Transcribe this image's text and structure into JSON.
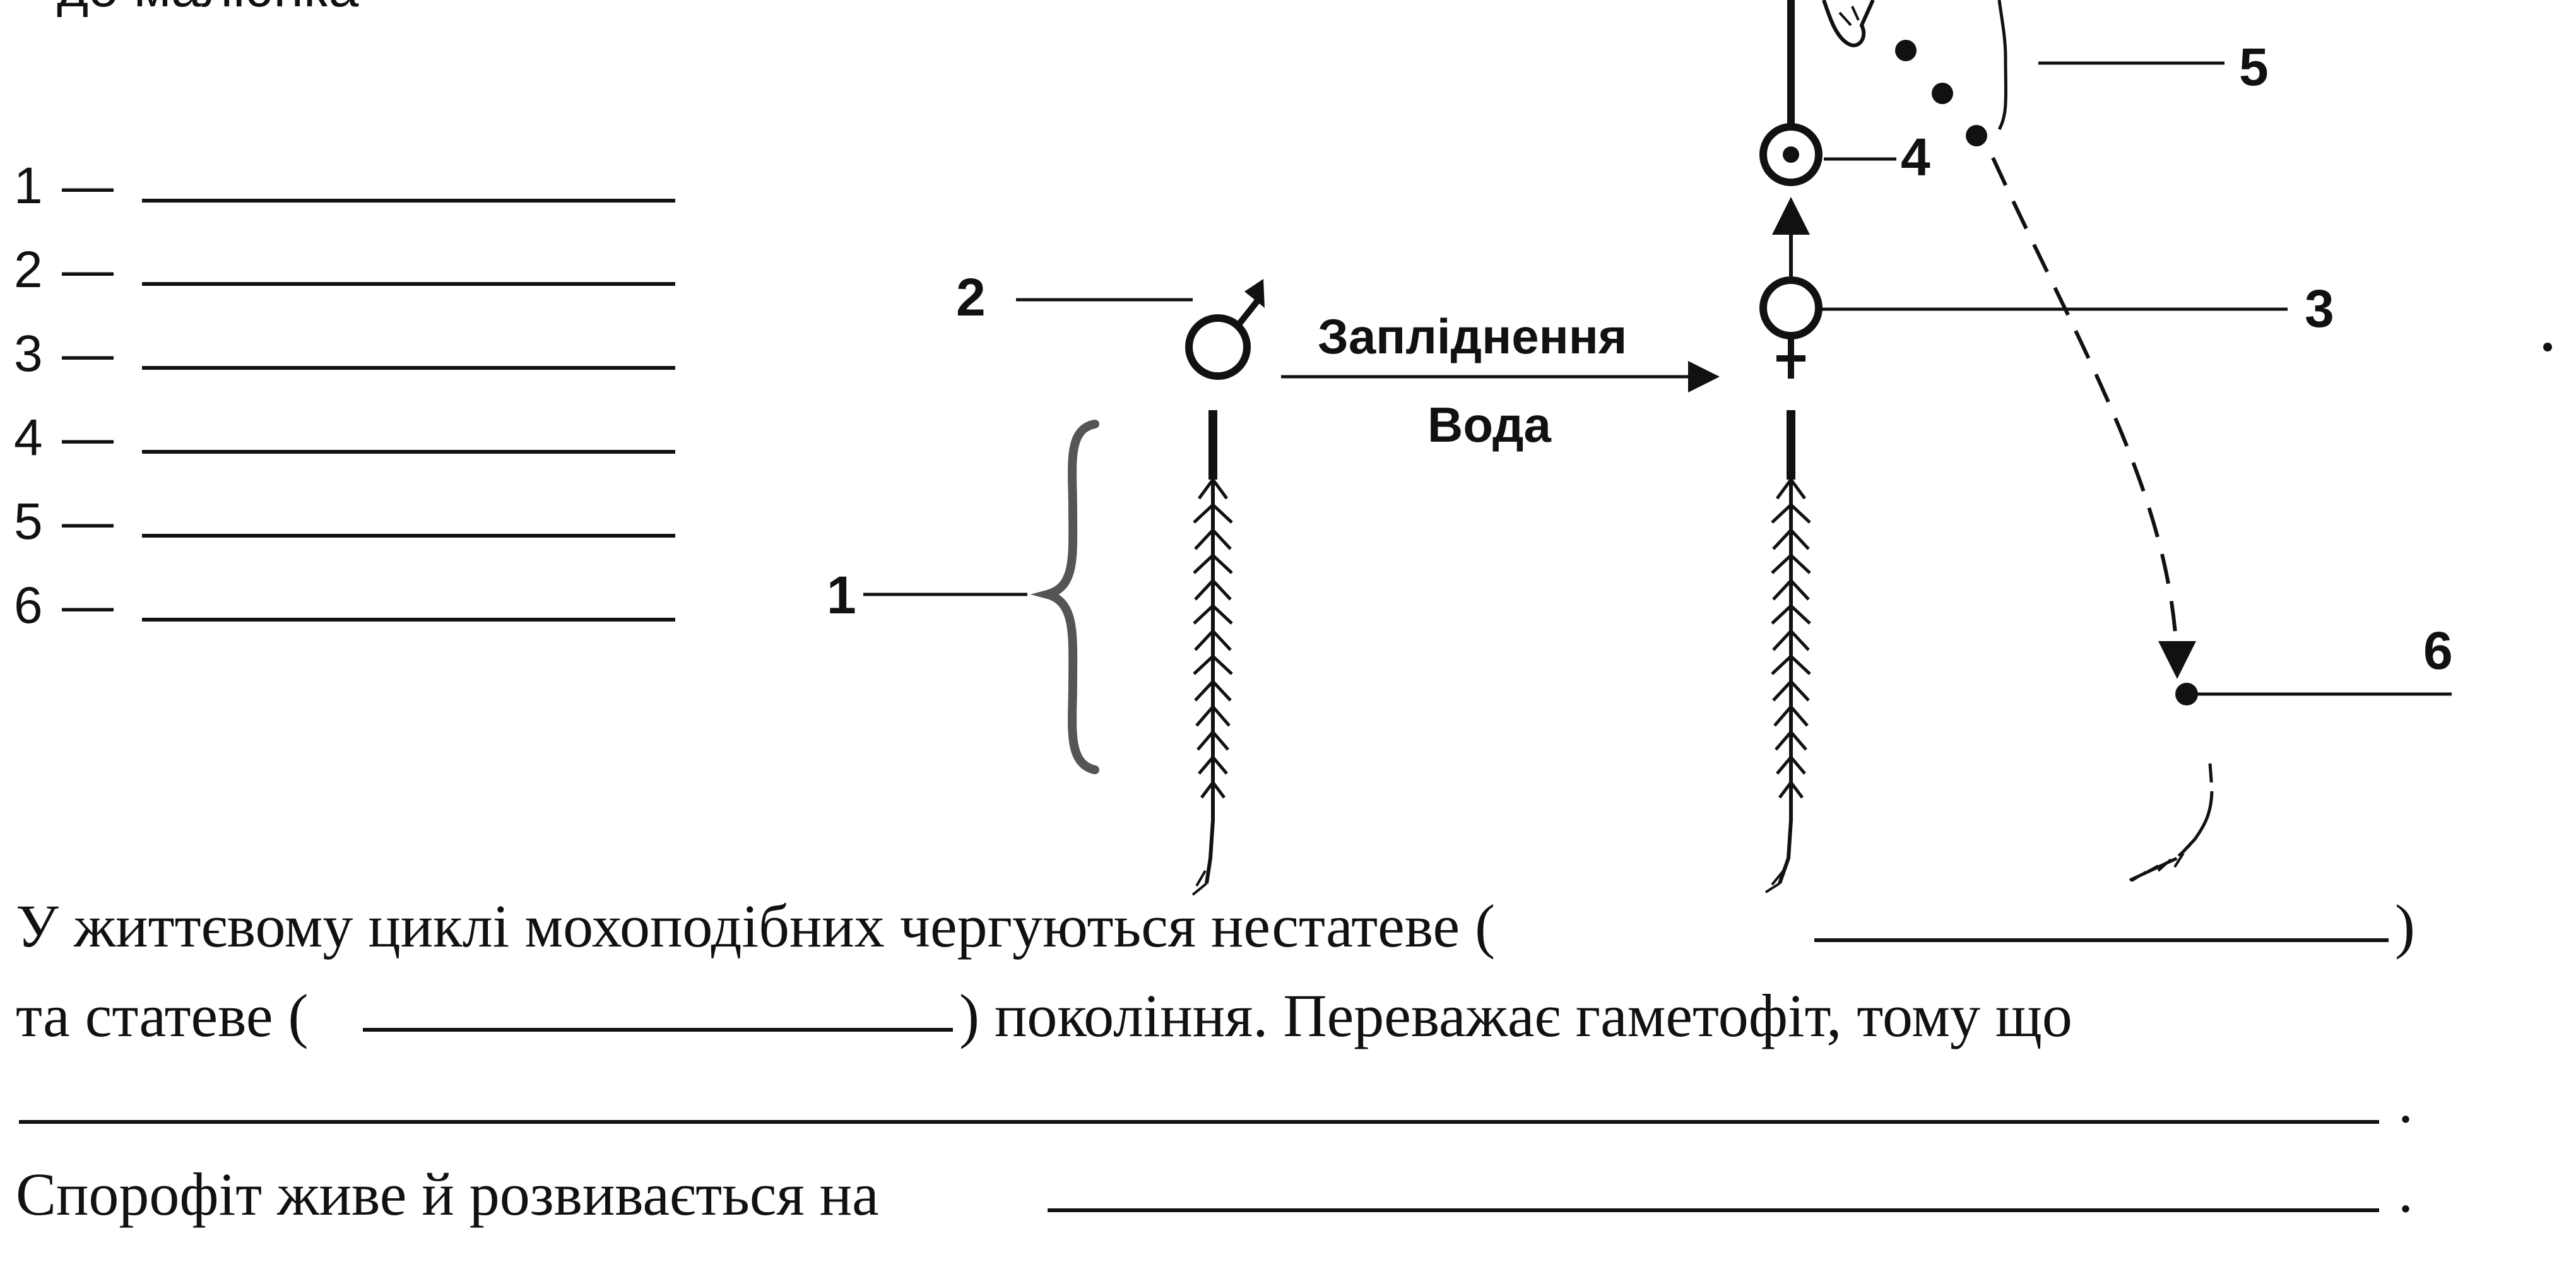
{
  "header_fragment": "до малюнка",
  "answer_key": {
    "items": [
      {
        "number": "1",
        "dash": "—"
      },
      {
        "number": "2",
        "dash": "—"
      },
      {
        "number": "3",
        "dash": "—"
      },
      {
        "number": "4",
        "dash": "—"
      },
      {
        "number": "5",
        "dash": "—"
      },
      {
        "number": "6",
        "dash": "—"
      }
    ]
  },
  "diagram": {
    "labels": {
      "l1": "1",
      "l2": "2",
      "l3": "3",
      "l4": "4",
      "l5": "5",
      "l6": "6"
    },
    "fertilization_label": "Запліднення",
    "water_label": "Вода",
    "male_symbol": "♂",
    "female_symbol": "♀"
  },
  "sentences": {
    "s1_prefix": "У життєвому циклі мохоподібних чергуються нестатеве (",
    "s1_suffix": ")",
    "s2_prefix": "та статеве (",
    "s2_suffix": ") покоління. Переважає гаметофіт, тому що",
    "s3_end": ".",
    "s4_prefix": "Спорофіт живе й розвивається на",
    "s4_end": "."
  }
}
